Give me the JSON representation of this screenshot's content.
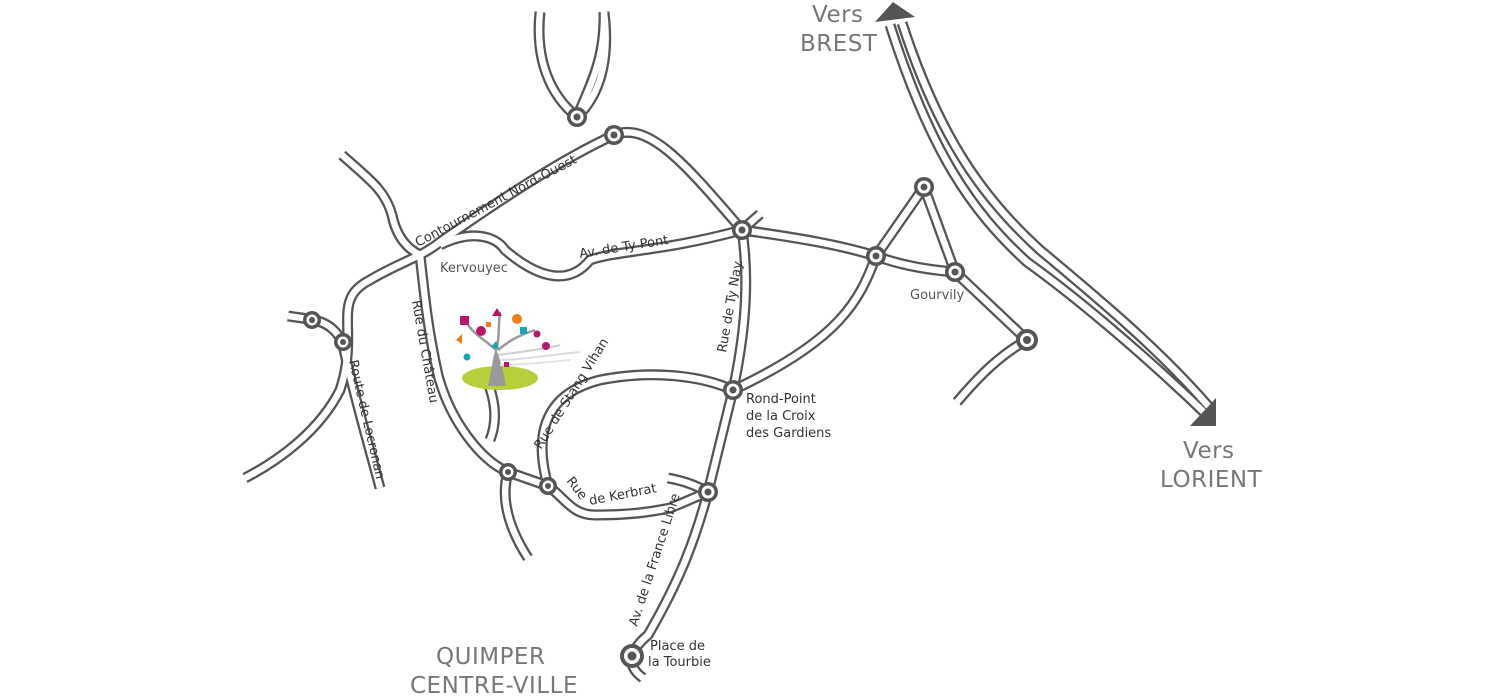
{
  "map": {
    "destinations": {
      "brest": {
        "line1": "Vers",
        "line2": "BREST"
      },
      "lorient": {
        "line1": "Vers",
        "line2": "LORIENT"
      },
      "quimper": {
        "line1": "QUIMPER",
        "line2": "CENTRE-VILLE"
      }
    },
    "streets": {
      "contournement": "Contournement Nord-Ouest",
      "ty_pont": "Av. de Ty Pont",
      "ty_nay": "Rue de Ty Nay",
      "chateau": "Rue du Château",
      "locronan": "Route de Locronan",
      "stang_vihan": "Rue de Stang Vihan",
      "kerbrat_1": "Rue",
      "kerbrat_2": "de Kerbrat",
      "france_libre": "Av. de la France Libre"
    },
    "places": {
      "kervouyec": "Kervouyec",
      "gourvily": "Gourvily",
      "croix_gardiens": [
        "Rond-Point",
        "de la Croix",
        "des Gardiens"
      ],
      "tourbie": [
        "Place de",
        "la Tourbie"
      ]
    },
    "colors": {
      "road_outline": "#555555",
      "arrow": "#555555",
      "logo_magenta": "#b5176b",
      "logo_cyan": "#1aa6b0",
      "logo_orange": "#ee7d1c",
      "logo_green": "#b7cf3a",
      "logo_trunk": "#9a9a9a"
    },
    "icons": [
      "arrow-brest-icon",
      "arrow-lorient-icon",
      "tree-logo-icon"
    ]
  }
}
